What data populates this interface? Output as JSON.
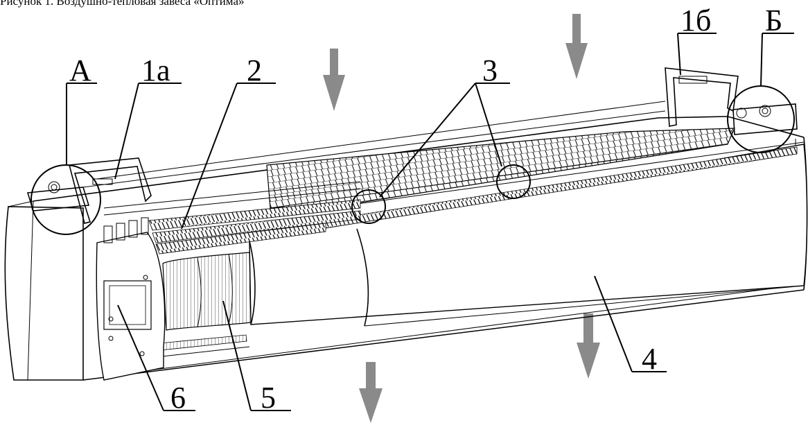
{
  "caption": "Рисунок 1. Воздушно-тепловая завеса «Оптима»",
  "callouts": {
    "A": "А",
    "1a": "1а",
    "2": "2",
    "3": "3",
    "1b": "1б",
    "B": "Б",
    "4": "4",
    "5": "5",
    "6": "6"
  },
  "colors": {
    "arrow": "#8a8a8a",
    "line": "#000000",
    "background": "#ffffff"
  },
  "airflow_arrows": [
    "airflow-in-arrow",
    "airflow-in-arrow",
    "airflow-out-arrow",
    "airflow-out-arrow"
  ]
}
